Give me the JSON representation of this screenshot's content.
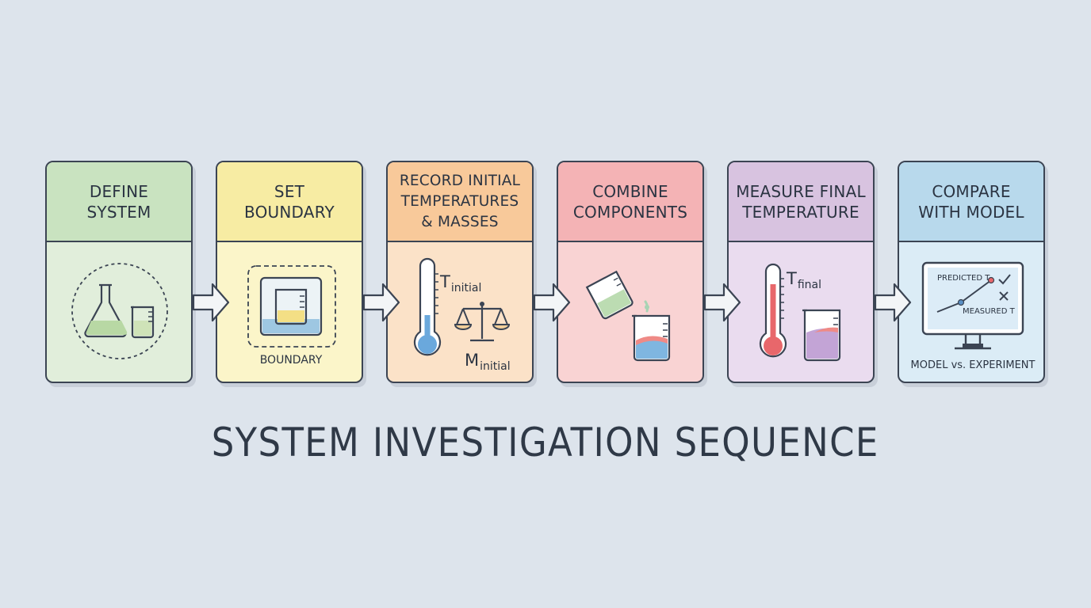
{
  "title": "SYSTEM INVESTIGATION SEQUENCE",
  "colors": {
    "background": "#dde4ec",
    "outline": "#3b4453",
    "green": "#c9e3c0",
    "yellow": "#f7eca3",
    "orange": "#f8c99a",
    "pink": "#f4b3b5",
    "purple": "#d8c3e0",
    "blue": "#b8d9ec"
  },
  "steps": [
    {
      "title_lines": [
        "DEFINE",
        "SYSTEM"
      ],
      "icons": [
        "flask-icon",
        "beaker-icon"
      ]
    },
    {
      "title_lines": [
        "SET",
        "BOUNDARY"
      ],
      "icons": [
        "beaker-icon"
      ],
      "label": "BOUNDARY"
    },
    {
      "title_lines": [
        "RECORD INITIAL",
        "TEMPERATURES",
        "& MASSES"
      ],
      "icons": [
        "thermometer-icon",
        "balance-scale-icon"
      ],
      "temp_symbol": "T",
      "temp_sub": "initial",
      "mass_symbol": "M",
      "mass_sub": "initial"
    },
    {
      "title_lines": [
        "COMBINE",
        "COMPONENTS"
      ],
      "icons": [
        "pouring-beaker-icon",
        "beaker-icon"
      ]
    },
    {
      "title_lines": [
        "MEASURE FINAL",
        "TEMPERATURE"
      ],
      "icons": [
        "thermometer-icon",
        "beaker-icon"
      ],
      "temp_symbol": "T",
      "temp_sub": "final"
    },
    {
      "title_lines": [
        "COMPARE",
        "WITH MODEL"
      ],
      "icons": [
        "monitor-icon",
        "checkmark-icon",
        "cross-icon"
      ],
      "predicted_label": "PREDICTED T",
      "measured_label": "MEASURED T",
      "caption": "MODEL vs. EXPERIMENT"
    }
  ]
}
